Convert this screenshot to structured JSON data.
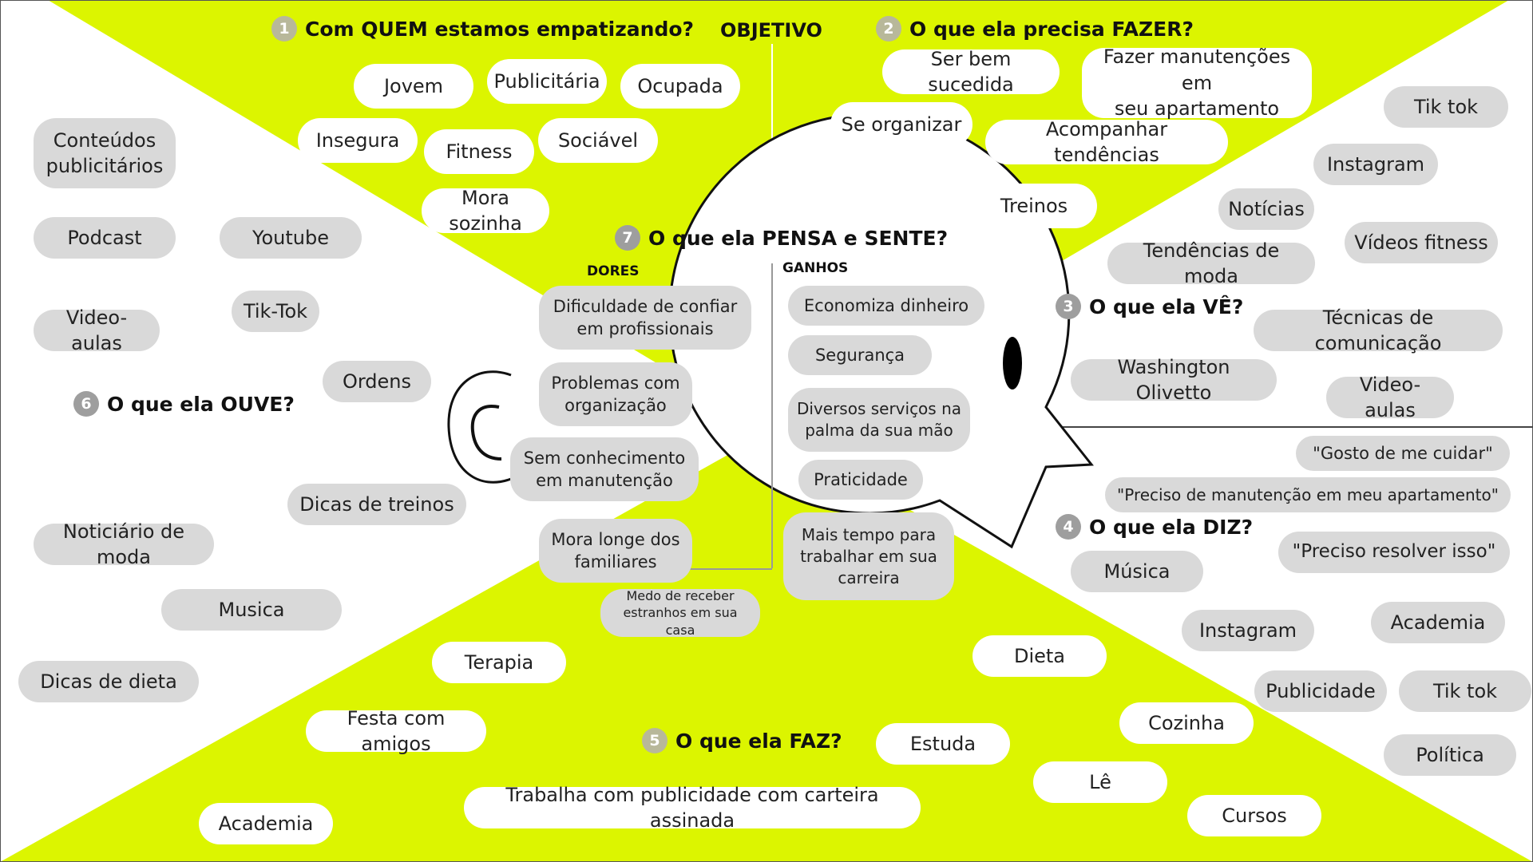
{
  "header": {
    "objetivo": "OBJETIVO"
  },
  "colors": {
    "accent": "#dcf500",
    "pill": "#d9d9d9",
    "pill_white": "#ffffff",
    "number_badge": "#9e9e9e"
  },
  "sections": {
    "quem": {
      "num": "1",
      "title": "Com QUEM estamos empatizando?",
      "items": [
        "Jovem",
        "Publicitária",
        "Ocupada",
        "Insegura",
        "Fitness",
        "Sociável",
        "Mora sozinha"
      ]
    },
    "fazer": {
      "num": "2",
      "title": "O que ela precisa FAZER?",
      "items": [
        "Ser bem sucedida",
        "Fazer manutenções em\nseu apartamento",
        "Se organizar",
        "Acompanhar tendências",
        "Treinos"
      ]
    },
    "ve": {
      "num": "3",
      "title": "O que ela VÊ?",
      "items": [
        "Tik tok",
        "Instagram",
        "Notícias",
        "Vídeos fitness",
        "Tendências de moda",
        "Técnicas de comunicação",
        "Washington Olivetto",
        "Video-aulas"
      ]
    },
    "diz": {
      "num": "4",
      "title": "O que ela DIZ?",
      "items": [
        "\"Gosto de me cuidar\"",
        "\"Preciso de manutenção em meu apartamento\"",
        "\"Preciso resolver isso\"",
        "Música",
        "Instagram",
        "Academia",
        "Publicidade",
        "Tik tok",
        "Política"
      ]
    },
    "faz": {
      "num": "5",
      "title": "O que ela FAZ?",
      "items": [
        "Terapia",
        "Festa com amigos",
        "Academia",
        "Trabalha com publicidade com carteira assinada",
        "Dieta",
        "Estuda",
        "Cozinha",
        "Lê",
        "Cursos"
      ]
    },
    "ouve": {
      "num": "6",
      "title": "O que ela OUVE?",
      "items": [
        "Conteúdos\npublicitários",
        "Podcast",
        "Youtube",
        "Tik-Tok",
        "Video-aulas",
        "Ordens",
        "Dicas de treinos",
        "Noticiário de moda",
        "Musica",
        "Dicas de dieta"
      ]
    },
    "pensa": {
      "num": "7",
      "title": "O que ela PENSA e SENTE?",
      "dores_label": "DORES",
      "ganhos_label": "GANHOS",
      "dores": [
        "Dificuldade de confiar\nem profissionais",
        "Problemas com\norganização",
        "Sem conhecimento\nem manutenção",
        "Mora longe dos\nfamiliares",
        "Medo de receber\nestranhos em sua casa"
      ],
      "ganhos": [
        "Economiza dinheiro",
        "Segurança",
        "Diversos serviços na\npalma da sua mão",
        "Praticidade",
        "Mais tempo para\ntrabalhar em sua\ncarreira"
      ]
    }
  }
}
